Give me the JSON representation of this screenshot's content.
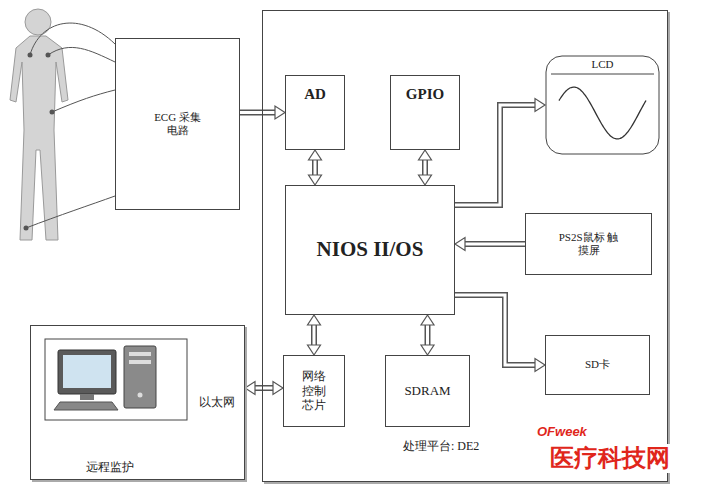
{
  "diagram": {
    "nodes": [
      {
        "text": [
          "ECG 采集电路"
        ]
      },
      {
        "text": [
          "处理平台: DE2"
        ]
      },
      {
        "text": [
          "AD"
        ],
        "in": 1
      },
      {
        "text": [
          "GPIO"
        ],
        "in": 1
      },
      {
        "text": [
          "LCD"
        ],
        "in": 1
      },
      {
        "text": [
          "NIOS II/OS"
        ],
        "in": 1
      },
      {
        "text": [
          "PS2S鼠标 触摸屏"
        ],
        "in": 1
      },
      {
        "text": [
          "SD卡"
        ],
        "in": 1
      },
      {
        "text": [
          "网络 控制 芯片"
        ],
        "in": 1
      },
      {
        "text": [
          "SDRAM"
        ],
        "in": 1
      },
      {
        "text": [
          "远程监护"
        ]
      }
    ],
    "edges": [
      {
        "from": 0,
        "to": 2,
        "arrow": "to"
      },
      {
        "from": 2,
        "to": 5,
        "arrow": "both"
      },
      {
        "from": 3,
        "to": 5,
        "arrow": "both"
      },
      {
        "from": 5,
        "to": 4,
        "arrow": "to"
      },
      {
        "from": 6,
        "to": 5,
        "arrow": "to"
      },
      {
        "from": 5,
        "to": 7,
        "arrow": "to"
      },
      {
        "from": 5,
        "to": 8,
        "arrow": "both"
      },
      {
        "from": 5,
        "to": 9,
        "arrow": "both"
      },
      {
        "from": 10,
        "to": 8,
        "label": "以太网",
        "arrow": "both"
      }
    ],
    "labels": [
      "OFweek",
      "医疗科技网"
    ]
  }
}
